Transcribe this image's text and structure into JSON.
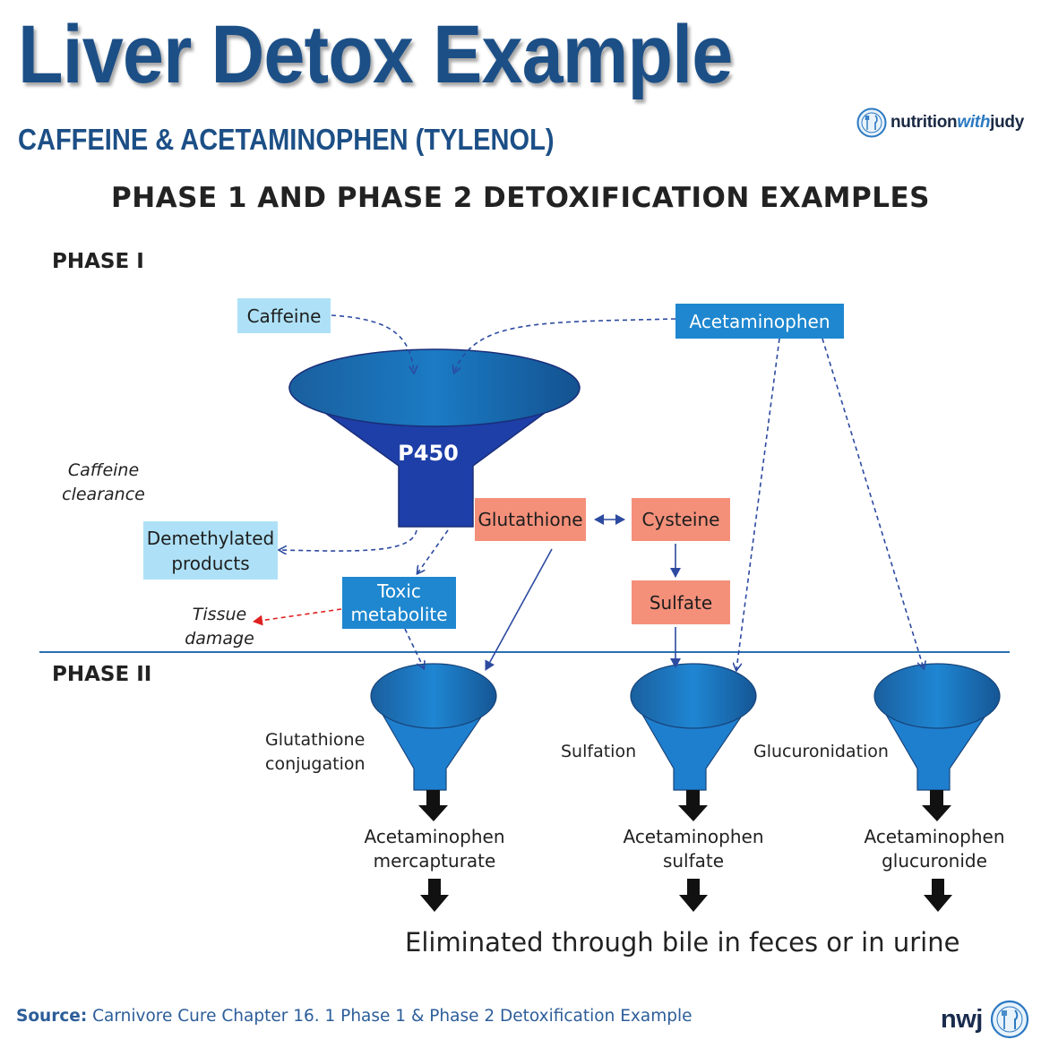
{
  "header": {
    "title": "Liver Detox Example",
    "subtitle": "CAFFEINE & ACETAMINOPHEN (TYLENOL)",
    "brand_plain": "nutrition",
    "brand_accent": "with",
    "brand_end": "judy"
  },
  "diagram": {
    "title": "PHASE 1 AND PHASE 2 DETOXIFICATION EXAMPLES",
    "phase1_label": "PHASE I",
    "phase2_label": "PHASE II",
    "inputs": {
      "caffeine": "Caffeine",
      "acetaminophen": "Acetaminophen"
    },
    "enzyme": "P450",
    "caffeine_clearance": [
      "Caffeine",
      "clearance"
    ],
    "demethylated": [
      "Demethylated",
      "products"
    ],
    "toxic": [
      "Toxic",
      "metabolite"
    ],
    "tissue_damage": [
      "Tissue",
      "damage"
    ],
    "glutathione": "Glutathione",
    "cysteine": "Cysteine",
    "sulfate": "Sulfate",
    "pathways": {
      "glutathione": [
        "Glutathione",
        "conjugation"
      ],
      "sulfation": "Sulfation",
      "glucuronidation": "Glucuronidation"
    },
    "products": {
      "mercapturate": [
        "Acetaminophen",
        "mercapturate"
      ],
      "sulfate": [
        "Acetaminophen",
        "sulfate"
      ],
      "glucuronide": [
        "Acetaminophen",
        "glucuronide"
      ]
    },
    "eliminated": "Eliminated through bile in feces or in urine"
  },
  "footer": {
    "source_label": "Source:",
    "source_text": "Carnivore Cure Chapter 16. 1 Phase 1 & Phase 2 Detoxification Example",
    "logo": "nwj"
  },
  "colors": {
    "title_blue": "#1c4f86",
    "light_box": "#aee1f7",
    "blue_box": "#1e87cf",
    "salmon_box": "#f4907a",
    "funnel_dark": "#1e3fa8",
    "funnel_mid": "#1f7fcf",
    "arrow_blue": "#2c4aa0",
    "arrow_red": "#e02020",
    "divider": "#2a70b0"
  }
}
